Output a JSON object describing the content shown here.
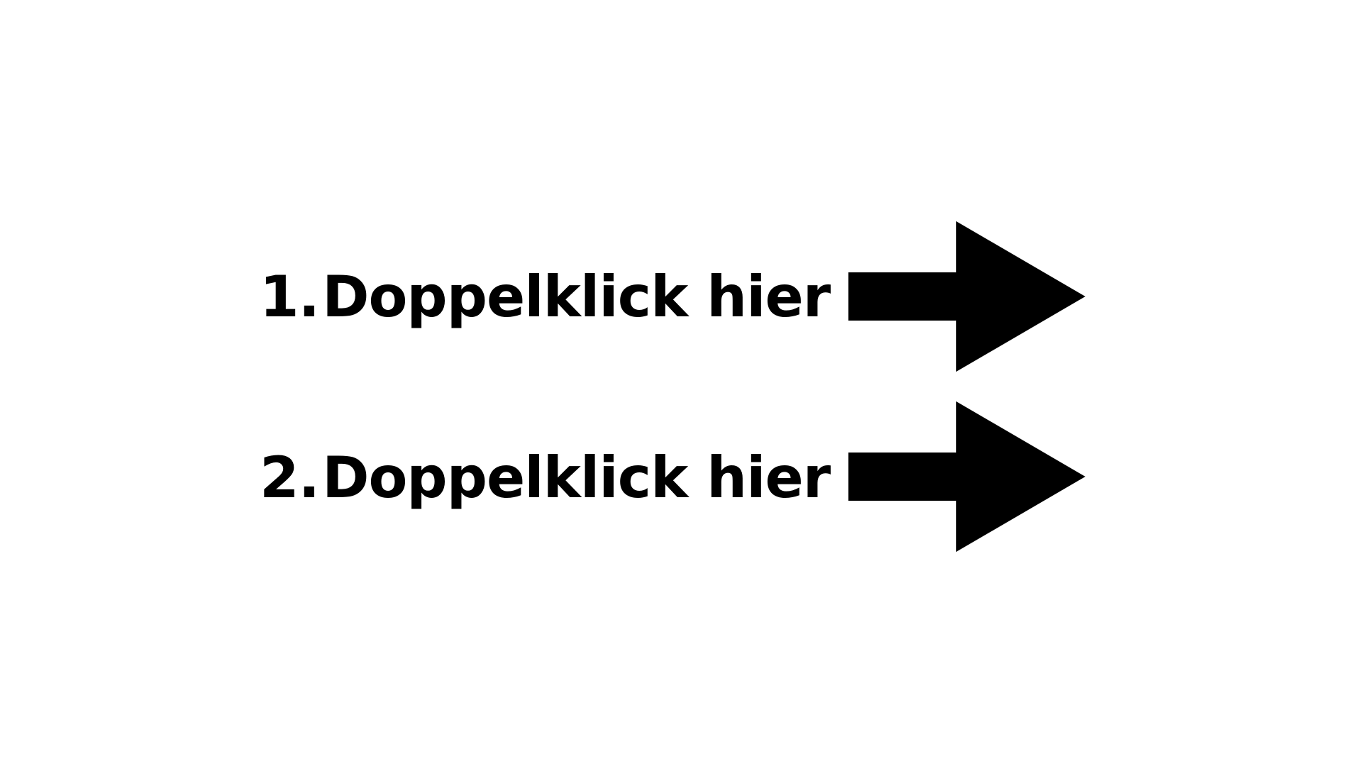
{
  "instructions": [
    {
      "number": "1.",
      "text": "Doppelklick hier",
      "icon": "arrow-right-icon"
    },
    {
      "number": "2.",
      "text": "Doppelklick hier",
      "icon": "arrow-right-icon"
    }
  ],
  "colors": {
    "background": "#ffffff",
    "foreground": "#000000"
  }
}
